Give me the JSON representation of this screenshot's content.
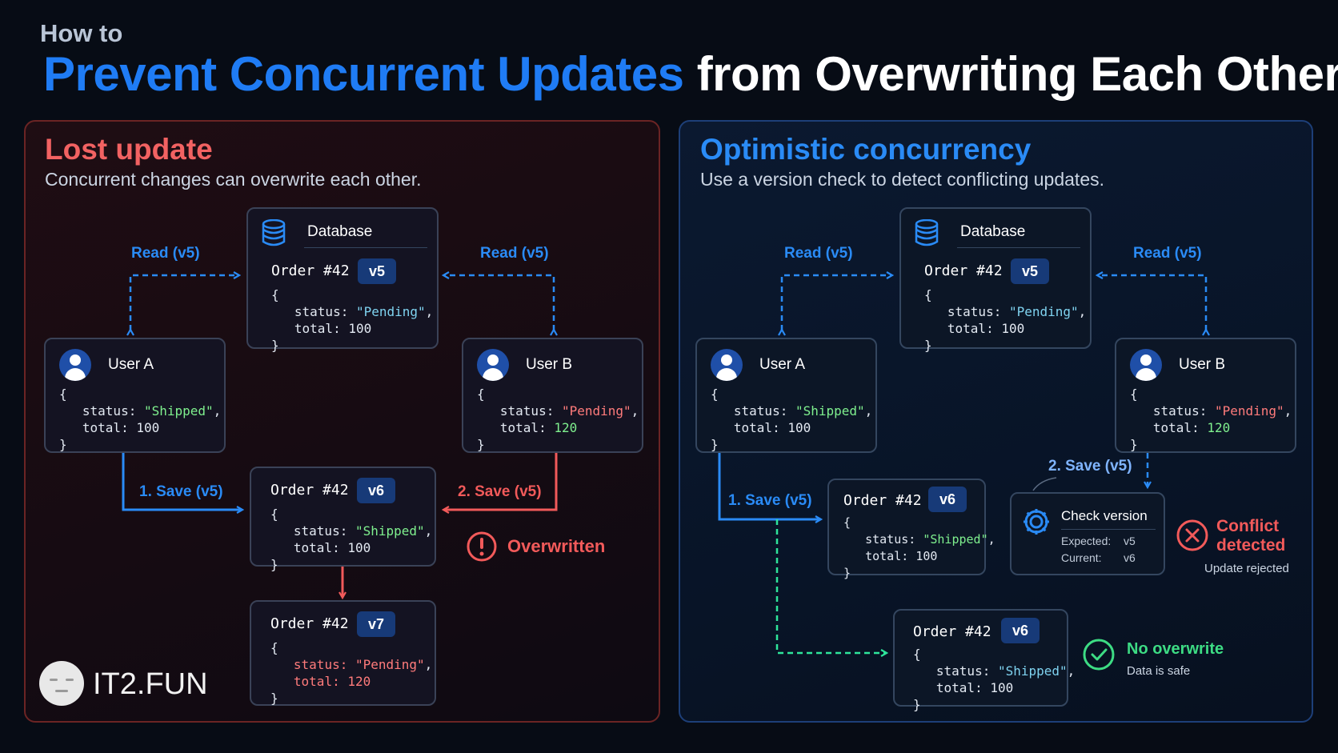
{
  "header": {
    "pretitle": "How to",
    "title_highlight": "Prevent Concurrent Updates",
    "title_rest": "from Overwriting Each Other"
  },
  "left": {
    "title": "Lost update",
    "subtitle": "Concurrent changes can overwrite each other.",
    "database": {
      "label": "Database",
      "order": "Order #42",
      "version": "v5",
      "status_key": "status",
      "status_val": "\"Pending\"",
      "total_key": "total",
      "total_val": "100"
    },
    "user_a": {
      "label": "User A",
      "status_val": "\"Shipped\"",
      "total_val": "100"
    },
    "user_b": {
      "label": "User B",
      "status_val": "\"Pending\"",
      "total_val": "120"
    },
    "read_a": "Read (v5)",
    "read_b": "Read (v5)",
    "save_a": "1. Save (v5)",
    "save_b": "2. Save (v5)",
    "order_v6": {
      "order": "Order #42",
      "version": "v6",
      "status_val": "\"Shipped\"",
      "total_val": "100"
    },
    "order_v7": {
      "order": "Order #42",
      "version": "v7",
      "status_val": "\"Pending\"",
      "total_val": "120"
    },
    "overwritten": "Overwritten"
  },
  "right": {
    "title": "Optimistic concurrency",
    "subtitle": "Use a version check to detect conflicting updates.",
    "database": {
      "label": "Database",
      "order": "Order #42",
      "version": "v5",
      "status_val": "\"Pending\"",
      "total_val": "100"
    },
    "user_a": {
      "label": "User A",
      "status_val": "\"Shipped\"",
      "total_val": "100"
    },
    "user_b": {
      "label": "User B",
      "status_val": "\"Pending\"",
      "total_val": "120"
    },
    "read_a": "Read (v5)",
    "read_b": "Read (v5)",
    "save_a": "1. Save (v5)",
    "save_b": "2. Save (v5)",
    "order_v6": {
      "order": "Order #42",
      "version": "v6",
      "status_val": "\"Shipped\"",
      "total_val": "100"
    },
    "check": {
      "title": "Check version",
      "expected_label": "Expected:",
      "expected_val": "v5",
      "current_label": "Current:",
      "current_val": "v6"
    },
    "conflict_line1": "Conflict",
    "conflict_line2": "detected",
    "update_rejected": "Update rejected",
    "final_order": {
      "order": "Order #42",
      "version": "v6",
      "status_val": "\"Shipped\"",
      "total_val": "100"
    },
    "no_overwrite": "No overwrite",
    "data_safe": "Data is safe"
  },
  "logo": {
    "text": "IT2.FUN"
  },
  "colors": {
    "accent_blue": "#1f7cf5",
    "red": "#f25a5a",
    "green": "#3ddc84",
    "background": "#070c15"
  }
}
